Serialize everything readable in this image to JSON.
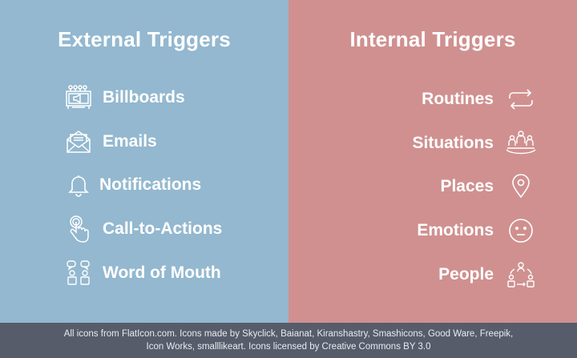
{
  "left": {
    "title": "External Triggers",
    "items": [
      {
        "label": "Billboards",
        "icon": "billboard-icon"
      },
      {
        "label": "Emails",
        "icon": "email-icon"
      },
      {
        "label": "Notifications",
        "icon": "bell-icon"
      },
      {
        "label": "Call-to-Actions",
        "icon": "tap-hand-icon"
      },
      {
        "label": "Word of Mouth",
        "icon": "chat-people-icon"
      }
    ],
    "color": "#93b8cf"
  },
  "right": {
    "title": "Internal Triggers",
    "items": [
      {
        "label": "Routines",
        "icon": "repeat-arrows-icon"
      },
      {
        "label": "Situations",
        "icon": "group-icon"
      },
      {
        "label": "Places",
        "icon": "map-pin-icon"
      },
      {
        "label": "Emotions",
        "icon": "neutral-face-icon"
      },
      {
        "label": "People",
        "icon": "network-people-icon"
      }
    ],
    "color": "#d09090"
  },
  "footer": {
    "line1": "All icons from FlatIcon.com. Icons made by Skyclick, Baianat, Kiranshastry, Smashicons, Good Ware, Freepik,",
    "line2": "Icon Works, smalllikeart. Icons licensed by Creative Commons BY 3.0",
    "color": "#565c6a"
  }
}
